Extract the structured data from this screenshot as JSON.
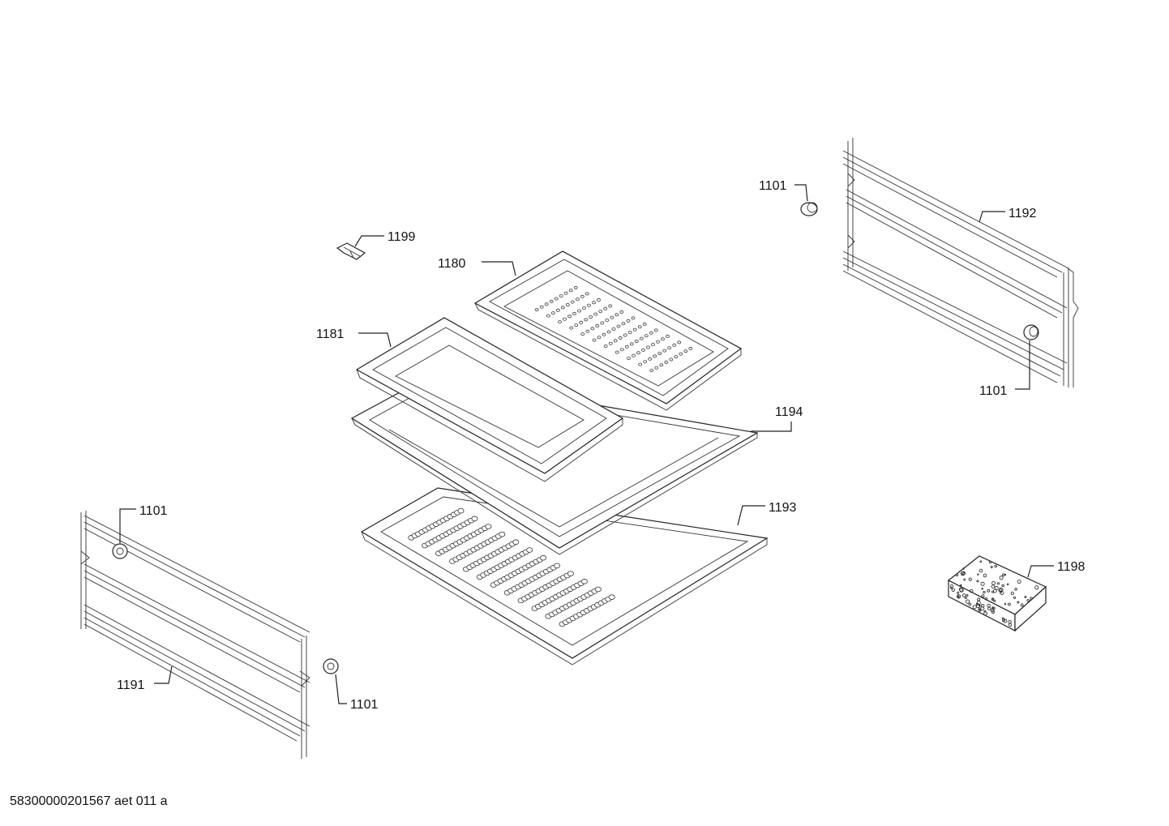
{
  "labels": {
    "l1101_top": "1101",
    "l1192": "1192",
    "l1101_right": "1101",
    "l1199": "1199",
    "l1180": "1180",
    "l1181": "1181",
    "l1194": "1194",
    "l1193": "1193",
    "l1101_left": "1101",
    "l1198": "1198",
    "l1191": "1191",
    "l1101_bottom": "1101"
  },
  "footer": "58300000201567 aet 011 a"
}
